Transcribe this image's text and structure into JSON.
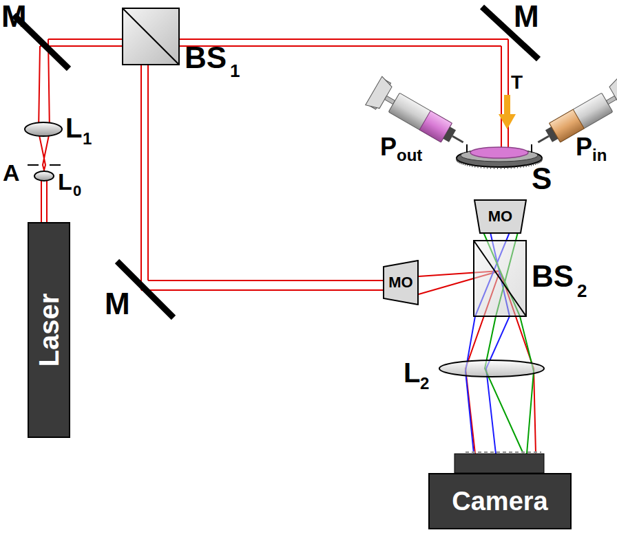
{
  "diagram": {
    "nodes": [
      {
        "text": [
          "Laser"
        ]
      },
      {
        "text": [
          "MO"
        ]
      },
      {
        "text": [
          "MO"
        ]
      },
      {
        "text": [
          "Camera"
        ]
      }
    ],
    "labels": [
      "M",
      "BS",
      "1",
      "M",
      "T",
      "P",
      "out",
      "P",
      "in",
      "S",
      "L",
      "1",
      "A",
      "L",
      "0",
      "BS",
      "2",
      "M",
      "L",
      "2"
    ]
  }
}
